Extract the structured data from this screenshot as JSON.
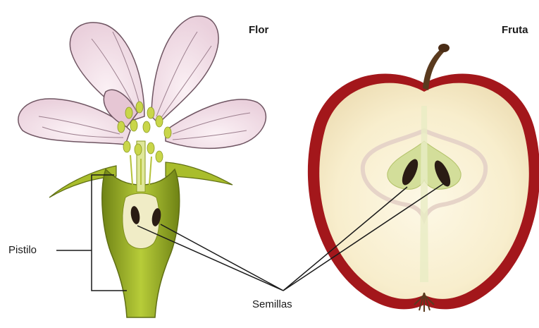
{
  "labels": {
    "flower_title": "Flor",
    "fruit_title": "Fruta",
    "pistil": "Pistilo",
    "seeds": "Semillas"
  },
  "colors": {
    "petal": "#f3e1ea",
    "petal_vein": "#9c7f8e",
    "petal_edge": "#6f5562",
    "stamen": "#c9d64a",
    "receptacle": "#9db327",
    "receptacle_dark": "#6e7f18",
    "apple_skin": "#a3171b",
    "apple_flesh": "#faf2d5",
    "core": "#d3de9a",
    "stem": "#5a3a1e",
    "seed": "#2a1c14",
    "leader_line": "#1a1a1a"
  },
  "icons": [
    "flower-illustration",
    "apple-half-illustration"
  ]
}
